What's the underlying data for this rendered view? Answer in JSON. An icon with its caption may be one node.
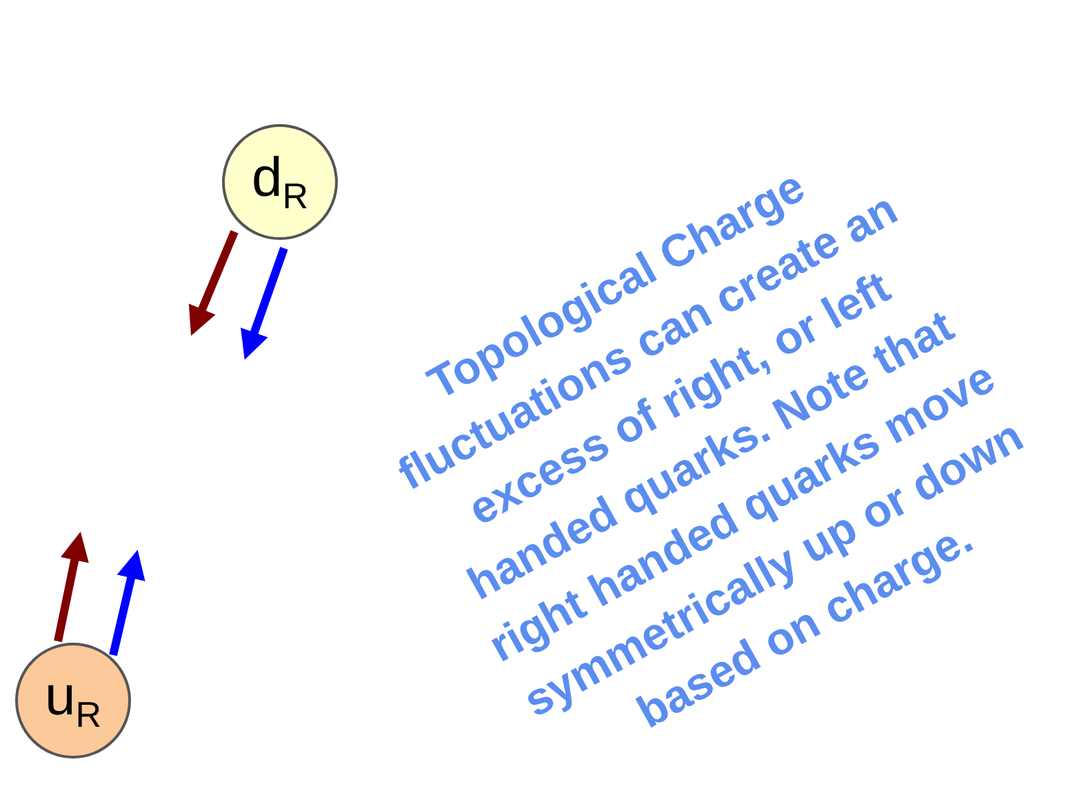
{
  "diagram": {
    "nodes": [
      {
        "text": [
          "d$_{R}$"
        ]
      },
      {
        "text": [
          "u$_{R}$"
        ]
      }
    ],
    "labels": [
      "Topological Charge fluctuations can create an excess of right, or left handed quarks. Note that right handed quarks move symmetrically up or down based on charge."
    ]
  }
}
